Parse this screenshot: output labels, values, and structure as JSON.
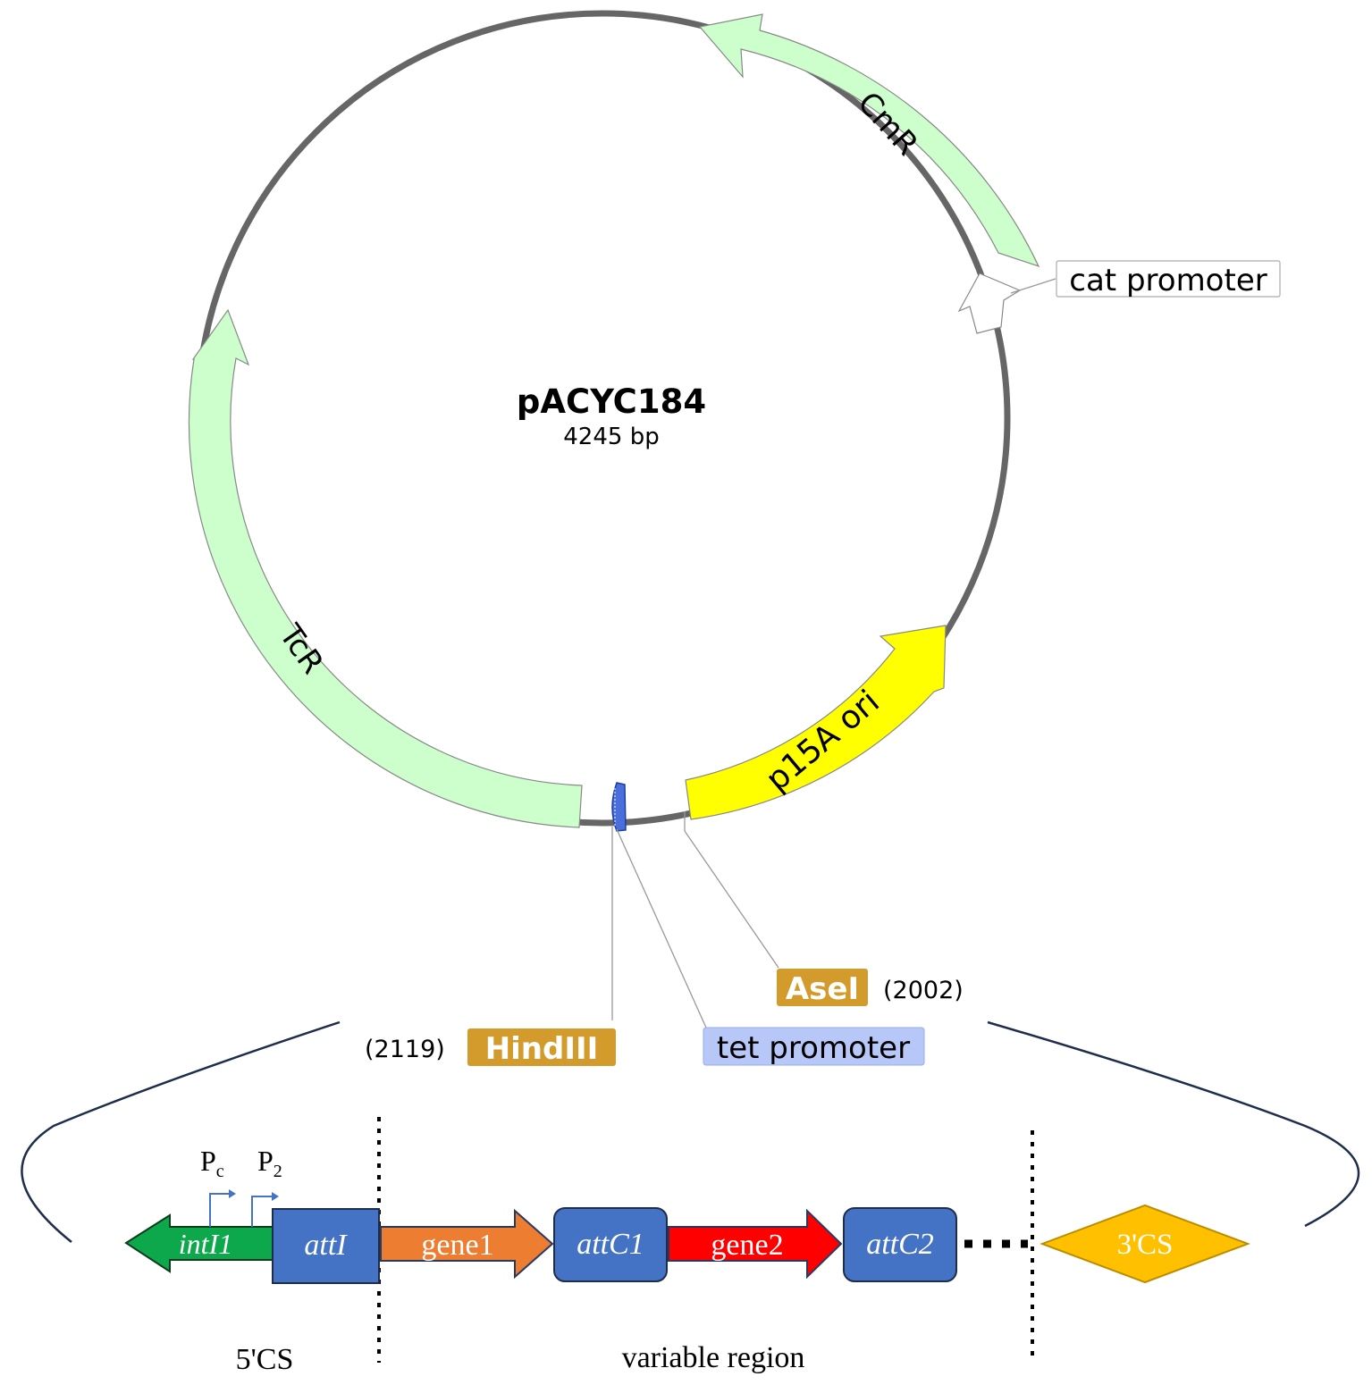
{
  "plasmid": {
    "name": "pACYC184",
    "size": "4245 bp",
    "features": [
      {
        "id": "cmr",
        "label": "CmR",
        "color": "#ccffcc"
      },
      {
        "id": "tcr",
        "label": "TcR",
        "color": "#ccffcc"
      },
      {
        "id": "p15a",
        "label": "p15A ori",
        "color": "#ffff00"
      },
      {
        "id": "cat",
        "label": "cat promoter",
        "color": "#ffffff"
      },
      {
        "id": "tet",
        "label": "tet promoter",
        "color": "#4a6fdc"
      }
    ],
    "sites": [
      {
        "enzyme": "AseI",
        "position": "(2002)",
        "color": "#d39b2b"
      },
      {
        "enzyme": "HindIII",
        "position": "(2119)",
        "color": "#d39b2b"
      }
    ],
    "tet_box_color": "#b7c7f7"
  },
  "integron": {
    "promoters": {
      "pc_main": "P",
      "pc_sub": "c",
      "p2_main": "P",
      "p2_sub": "2"
    },
    "elements": [
      {
        "id": "intI1",
        "label": "intI1",
        "color": "#0ea84c"
      },
      {
        "id": "attI",
        "label": "attI",
        "color": "#4472c4"
      },
      {
        "id": "gene1",
        "label": "gene1",
        "color": "#ed7d31"
      },
      {
        "id": "attC1",
        "label": "attC1",
        "color": "#4472c4"
      },
      {
        "id": "gene2",
        "label": "gene2",
        "color": "#ff0000"
      },
      {
        "id": "attC2",
        "label": "attC2",
        "color": "#4472c4"
      },
      {
        "id": "cs3",
        "label": "3'CS",
        "color": "#ffc000"
      }
    ],
    "regions": {
      "left": "5'CS",
      "middle": "variable region"
    }
  }
}
